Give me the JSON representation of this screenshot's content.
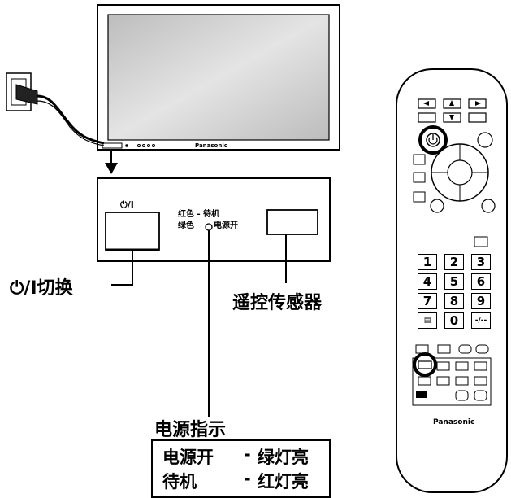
{
  "panel": {
    "power_switch_label": "⏻/I",
    "brand": "Panasonic",
    "indicator_red_text": "红色 - 待机",
    "indicator_green_text": "绿色",
    "indicator_on_text": "电源开"
  },
  "callouts": {
    "power_switch": "⏻/I切换",
    "remote_sensor": "遥控传感器",
    "power_indicator": "电源指示"
  },
  "status_table": {
    "rows": [
      {
        "state": "电源开",
        "sep": "-",
        "color": "绿灯亮"
      },
      {
        "state": "待机",
        "sep": "-",
        "color": "红灯亮"
      }
    ]
  },
  "remote": {
    "brand": "Panasonic",
    "number_keys": [
      "1",
      "2",
      "3",
      "4",
      "5",
      "6",
      "7",
      "8",
      "9",
      "0"
    ],
    "dash_key": "-/--"
  },
  "colors": {
    "line": "#000000",
    "screen": "#c9c9c9",
    "body": "#ffffff"
  }
}
